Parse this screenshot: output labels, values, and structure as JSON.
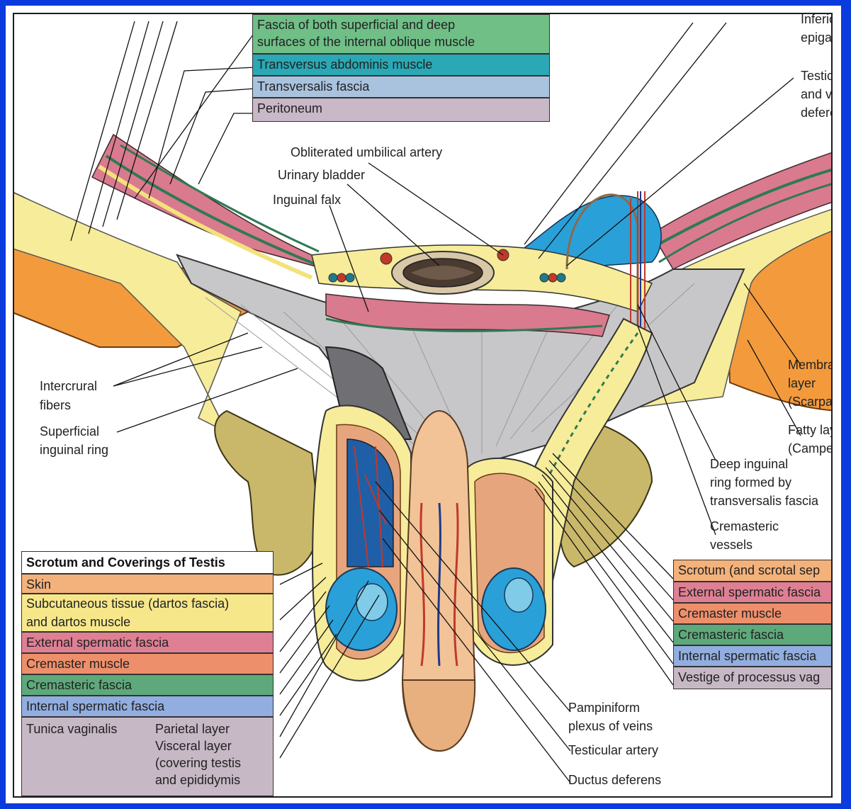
{
  "colors": {
    "frame": "#0a3bdc",
    "skin": "#f3b27b",
    "subcutaneous": "#f6e78a",
    "external_spermatic": "#df7f93",
    "cremaster_muscle": "#ee8f6b",
    "cremasteric_fascia": "#5ea97b",
    "internal_spermatic": "#92addf",
    "tunica_vaginalis": "#c7b8c6",
    "transversus": "#2aa8b5",
    "transversalis": "#a9c3df",
    "peritoneum": "#c9b8c7",
    "internal_oblique": "#6fbf87"
  },
  "top_legend": [
    {
      "text": "Fascia of both superficial and deep",
      "text2": "surfaces of the internal oblique muscle"
    },
    {
      "text": "Transversus abdominis muscle"
    },
    {
      "text": "Transversalis fascia"
    },
    {
      "text": "Peritoneum"
    }
  ],
  "top_right_labels": {
    "inferior_epigastric_1": "Inferio",
    "inferior_epigastric_2": "epigas",
    "testicular_1": "Testicu",
    "testicular_2": "and ve",
    "testicular_3": "defere"
  },
  "center_labels": {
    "obliterated_umbilical_artery": "Obliterated umbilical artery",
    "urinary_bladder": "Urinary bladder",
    "inguinal_falx": "Inguinal falx"
  },
  "left_labels": {
    "intercrural_1": "Intercrural",
    "intercrural_2": "fibers",
    "superficial_ring_1": "Superficial",
    "superficial_ring_2": "inguinal ring"
  },
  "right_labels": {
    "membranous_1": "Membra",
    "membranous_2": "layer",
    "membranous_3": "(Scarpa",
    "fatty_1": "Fatty lay",
    "fatty_2": "(Campe",
    "deep_ring_1": "Deep inguinal",
    "deep_ring_2": "ring formed by",
    "deep_ring_3": "transversalis fascia",
    "cremasteric_vessels_1": "Cremasteric",
    "cremasteric_vessels_2": "vessels"
  },
  "bottom_labels": {
    "pampiniform_1": "Pampiniform",
    "pampiniform_2": "plexus of veins",
    "testicular_artery": "Testicular artery",
    "ductus_deferens": "Ductus deferens"
  },
  "scrotum_legend": {
    "title": "Scrotum and Coverings of Testis",
    "skin": "Skin",
    "subcutaneous_1": "Subcutaneous tissue (dartos fascia)",
    "subcutaneous_2": "and dartos muscle",
    "external_spermatic": "External spermatic fascia",
    "cremaster_muscle": "Cremaster muscle",
    "cremasteric_fascia": "Cremasteric fascia",
    "internal_spermatic": "Internal spermatic fascia",
    "tunica_vaginalis": "Tunica vaginalis",
    "parietal": "Parietal layer",
    "visceral_1": "Visceral layer",
    "visceral_2": "(covering testis",
    "visceral_3": "and epididymis"
  },
  "right_legend": {
    "scrotum": "Scrotum (and scrotal sep",
    "external_spermatic": "External spermatic fascia",
    "cremaster_muscle": "Cremaster muscle",
    "cremasteric_fascia": "Cremasteric fascia",
    "internal_spermatic": "Internal spermatic fascia",
    "vestige": "Vestige of processus vag"
  }
}
